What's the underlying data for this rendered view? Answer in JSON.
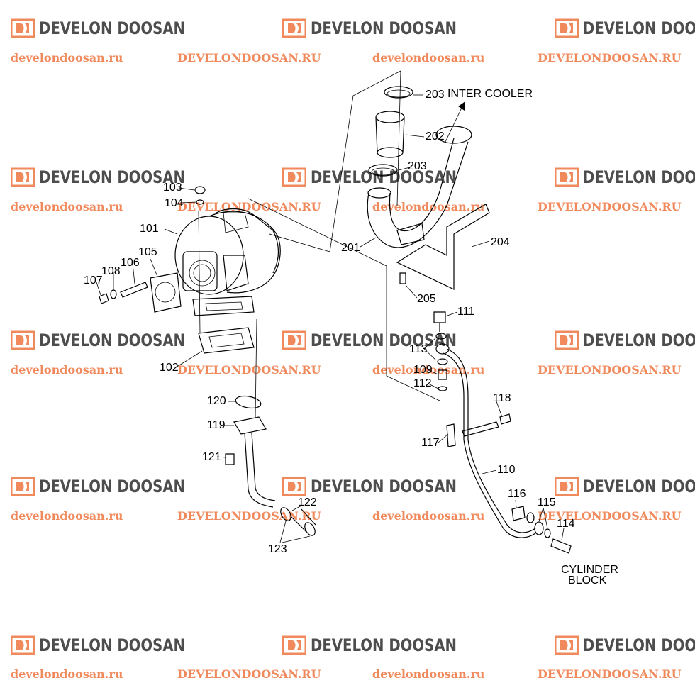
{
  "watermark": {
    "brand": "DEVELON DOOSAN",
    "url_lower": "develondoosan.ru",
    "url_upper": "DEVELONDOOSAN.RU",
    "brand_color": "#4d4d4d",
    "logo_color": "#f08a5d",
    "url_color": "#f08a5d"
  },
  "labels": {
    "p101": "101",
    "p102": "102",
    "p103": "103",
    "p104": "104",
    "p105": "105",
    "p106": "106",
    "p107": "107",
    "p108": "108",
    "p109": "109",
    "p110": "110",
    "p111": "111",
    "p112": "112",
    "p113": "113",
    "p114": "114",
    "p115": "115",
    "p116": "116",
    "p117": "117",
    "p118": "118",
    "p119": "119",
    "p120": "120",
    "p121": "121",
    "p122": "122",
    "p123": "123",
    "p201": "201",
    "p202": "202",
    "p203a": "203",
    "p203b": "203",
    "p204": "204",
    "p205": "205"
  },
  "callouts": {
    "inter_cooler": "INTER COOLER",
    "cylinder_block_1": "CYLINDER",
    "cylinder_block_2": "BLOCK"
  }
}
